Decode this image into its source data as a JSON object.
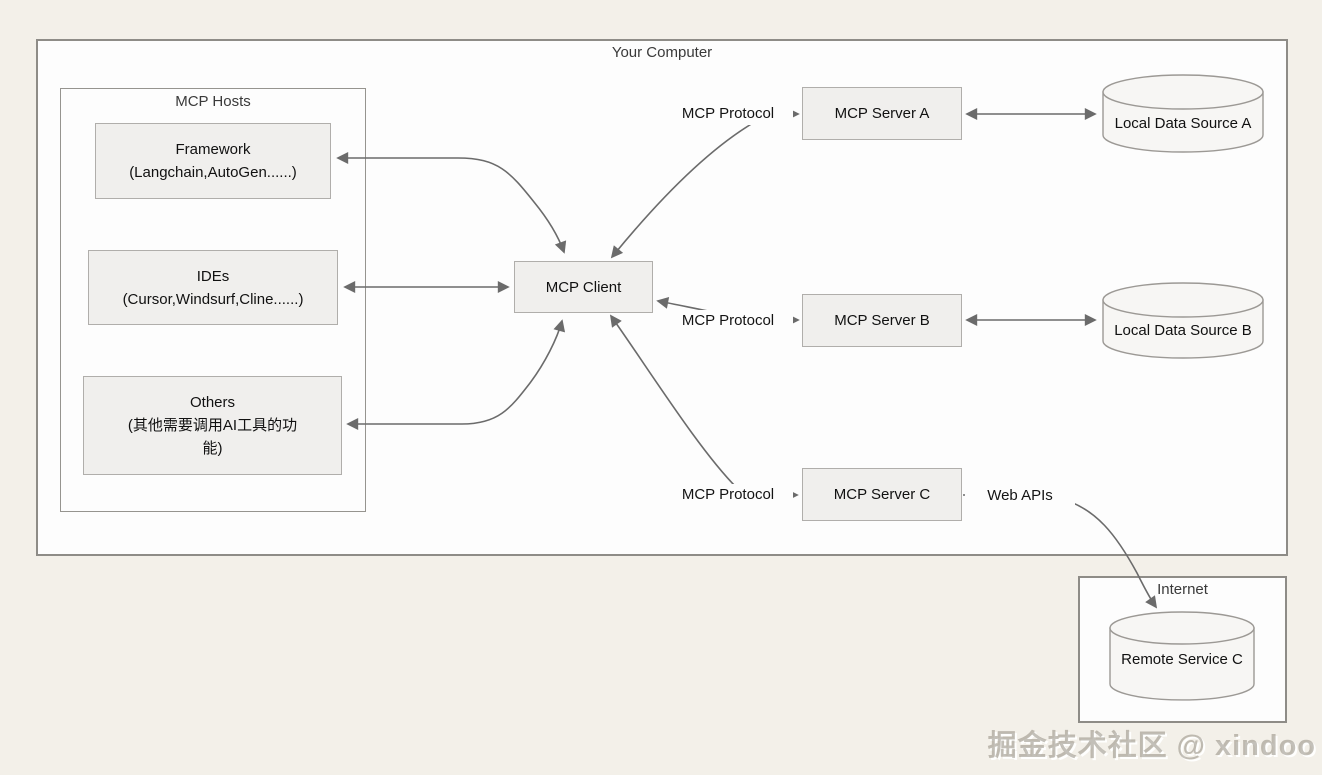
{
  "outer": {
    "title": "Your Computer"
  },
  "hosts": {
    "title": "MCP Hosts",
    "items": [
      {
        "title": "Framework",
        "subtitle": "(Langchain,AutoGen......)"
      },
      {
        "title": "IDEs",
        "subtitle": "(Cursor,Windsurf,Cline......)"
      },
      {
        "title": "Others",
        "subtitle": "(其他需要调用AI工具的功能)"
      }
    ]
  },
  "client": {
    "label": "MCP Client"
  },
  "servers": [
    {
      "label": "MCP Server A"
    },
    {
      "label": "MCP Server B"
    },
    {
      "label": "MCP Server C"
    }
  ],
  "labels": {
    "protocol": "MCP Protocol",
    "web_apis": "Web APIs"
  },
  "data_sources": [
    {
      "label": "Local Data Source A"
    },
    {
      "label": "Local Data Source B"
    }
  ],
  "internet": {
    "title": "Internet",
    "service": "Remote Service C"
  },
  "watermark": "掘金技术社区 @ xindoo",
  "colors": {
    "background": "#f3f0e9",
    "panel_fill": "#fdfdfd",
    "panel_border": "#8e8c87",
    "node_fill": "#f0efed",
    "node_border": "#b0aeab",
    "arrow": "#6b6b6b",
    "cylinder_fill": "#f7f6f4",
    "cylinder_stroke": "#9c9995"
  }
}
